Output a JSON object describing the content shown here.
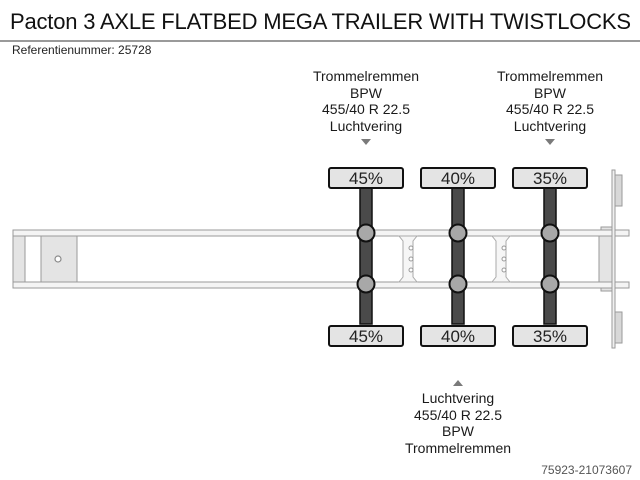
{
  "header": {
    "title": "Pacton 3 AXLE FLATBED MEGA TRAILER WITH TWISTLOCKS",
    "reference": "Referentienummer: 25728"
  },
  "specs_top": [
    {
      "axle": 1,
      "brake": "Trommelremmen",
      "brand": "BPW",
      "tyre": "455/40 R 22.5",
      "suspension": "Luchtvering"
    },
    {
      "axle": 3,
      "brake": "Trommelremmen",
      "brand": "BPW",
      "tyre": "455/40 R 22.5",
      "suspension": "Luchtvering"
    }
  ],
  "specs_bottom": [
    {
      "axle": 2,
      "suspension": "Luchtvering",
      "tyre": "455/40 R 22.5",
      "brand": "BPW",
      "brake": "Trommelremmen"
    }
  ],
  "axles": [
    {
      "label": "axle-1",
      "tread_top": "45%",
      "tread_bottom": "45%"
    },
    {
      "label": "axle-2",
      "tread_top": "40%",
      "tread_bottom": "40%"
    },
    {
      "label": "axle-3",
      "tread_top": "35%",
      "tread_bottom": "35%"
    }
  ],
  "colors": {
    "axle": "#4a4a4a",
    "hub": "#a8a8a8",
    "frame": "#9a9a9a",
    "panel": "#e4e4e4"
  },
  "footer": {
    "id": "75923-21073607"
  }
}
